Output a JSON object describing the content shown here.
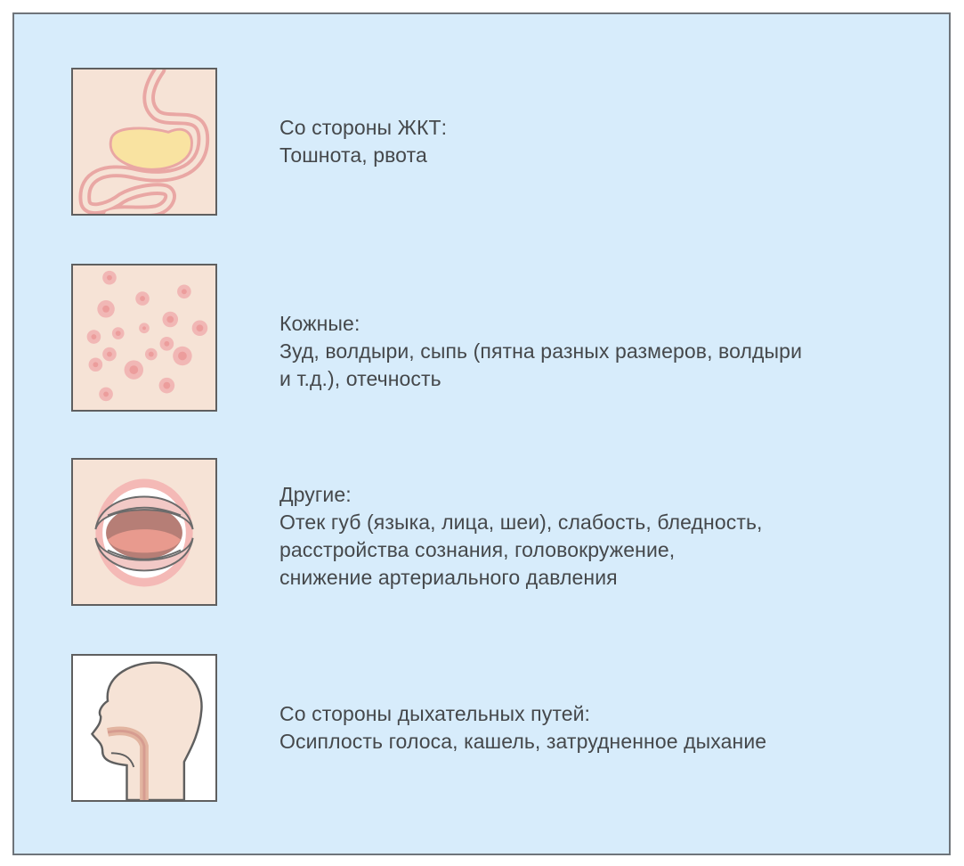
{
  "colors": {
    "panel_background": "#d7ecfb",
    "panel_border": "#6e747a",
    "tile_background": "#f6e3d6",
    "text": "#45484b"
  },
  "items": [
    {
      "icon": "stomach-icon",
      "title": "Со стороны ЖКТ:",
      "lines": [
        "Тошнота, рвота"
      ]
    },
    {
      "icon": "skin-rash-icon",
      "title": "Кожные:",
      "lines": [
        "Зуд, волдыри, сыпь (пятна разных размеров, волдыри",
        "и т.д.), отечность"
      ]
    },
    {
      "icon": "open-mouth-icon",
      "title": "Другие:",
      "lines": [
        "Отек губ (языка, лица, шеи), слабость, бледность,",
        "расстройства сознания, головокружение,",
        "снижение артериального давления"
      ]
    },
    {
      "icon": "head-airway-icon",
      "title": "Со стороны дыхательных путей:",
      "lines": [
        "Осиплость голоса, кашель, затрудненное дыхание"
      ]
    }
  ]
}
